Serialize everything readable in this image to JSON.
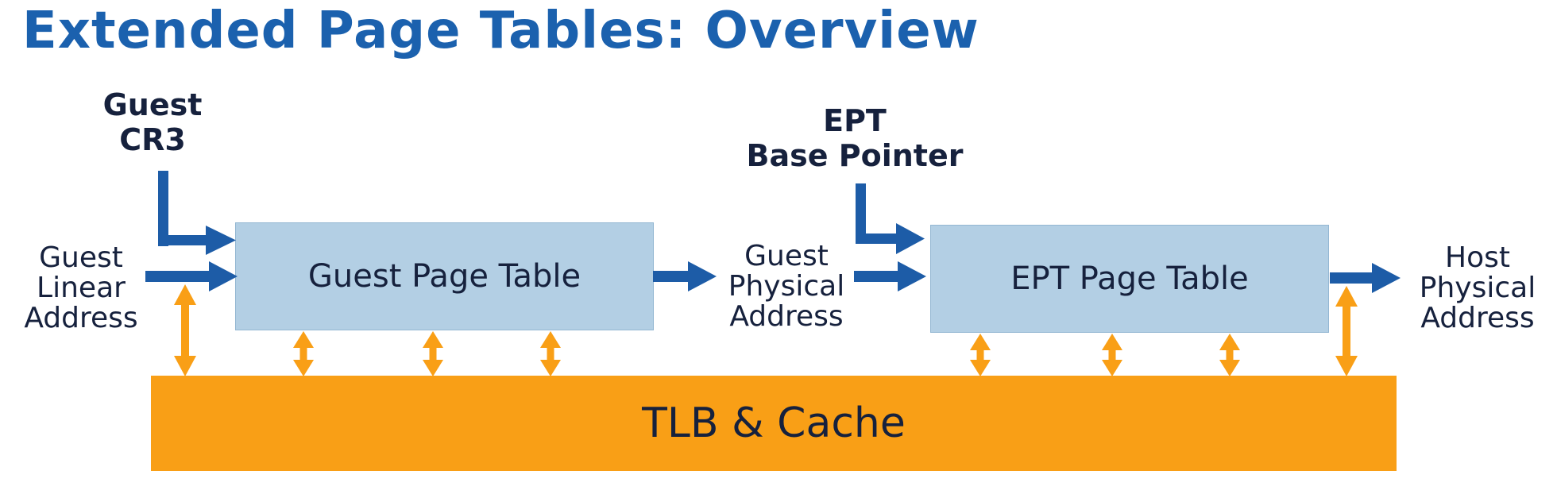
{
  "slide": {
    "title": "Extended Page Tables: Overview"
  },
  "colors": {
    "background": "#ffffff",
    "title_blue": "#1b61ae",
    "arrow_blue": "#1d5ca7",
    "box_fill": "#b3cfe4",
    "box_border": "#93b7d2",
    "text_navy": "#16213d",
    "orange": "#f99f16"
  },
  "labels": {
    "guest_cr3": "Guest\nCR3",
    "ept_base_pointer": "EPT\nBase Pointer",
    "guest_linear_address": "Guest\nLinear\nAddress",
    "guest_physical_address": "Guest\nPhysical\nAddress",
    "host_physical_address": "Host\nPhysical\nAddress"
  },
  "boxes": {
    "guest_page_table": {
      "label": "Guest Page Table"
    },
    "ept_page_table": {
      "label": "EPT Page Table"
    }
  },
  "bus": {
    "label": "TLB & Cache"
  }
}
